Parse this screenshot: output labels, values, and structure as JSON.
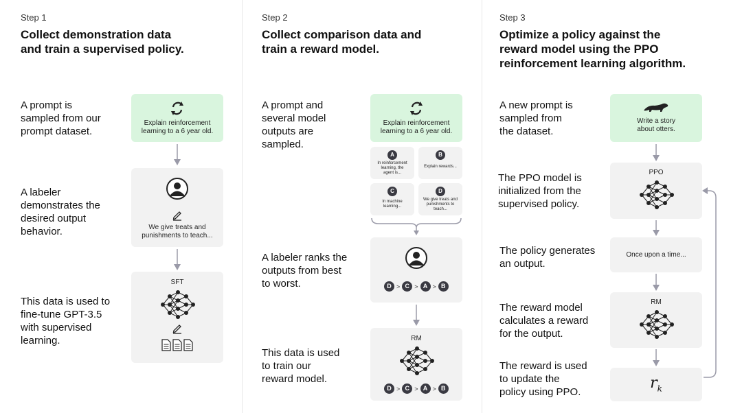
{
  "step1": {
    "num": "Step 1",
    "title_line1": "Collect demonstration data",
    "title_line2": "and train a supervised policy.",
    "desc1": [
      "A prompt is",
      "sampled from our",
      "prompt dataset."
    ],
    "desc2": [
      "A labeler",
      "demonstrates the",
      "desired output",
      "behavior."
    ],
    "desc3": [
      "This data is used to",
      "fine-tune GPT-3.5",
      "with supervised",
      "learning."
    ],
    "prompt_box": [
      "Explain reinforcement",
      "learning to a 6 year old."
    ],
    "demo_box": [
      "We give treats and",
      "punishments to teach..."
    ],
    "model_label": "SFT"
  },
  "step2": {
    "num": "Step 2",
    "title_line1": "Collect comparison data and",
    "title_line2": "train a reward model.",
    "desc1": [
      "A prompt and",
      "several model",
      "outputs are",
      "sampled."
    ],
    "desc2": [
      "A labeler ranks the",
      "outputs from best",
      "to worst."
    ],
    "desc3": [
      "This data is used",
      "to train our",
      "reward model."
    ],
    "prompt_box": [
      "Explain reinforcement",
      "learning to a 6 year old."
    ],
    "outputs": [
      {
        "letter": "A",
        "text": [
          "In reinforcement",
          "learning, the",
          "agent is..."
        ]
      },
      {
        "letter": "B",
        "text": [
          "Explain rewards..."
        ]
      },
      {
        "letter": "C",
        "text": [
          "In machine",
          "learning..."
        ]
      },
      {
        "letter": "D",
        "text": [
          "We give treats and",
          "punishments to",
          "teach..."
        ]
      }
    ],
    "ranking": [
      "D",
      "C",
      "A",
      "B"
    ],
    "gt": ">",
    "model_label": "RM"
  },
  "step3": {
    "num": "Step 3",
    "title_line1": "Optimize a policy against the",
    "title_line2": "reward model using the PPO",
    "title_line3": "reinforcement learning algorithm.",
    "desc1": [
      "A new prompt is",
      "sampled from",
      "the dataset."
    ],
    "desc2": [
      "The PPO model is",
      "initialized from the",
      "supervised policy."
    ],
    "desc3": [
      "The policy generates",
      "an output."
    ],
    "desc4": [
      "The reward model",
      "calculates a reward",
      "for the output."
    ],
    "desc5": [
      "The reward is used",
      "to update the",
      "policy using PPO."
    ],
    "prompt_box": [
      "Write a story",
      "about otters."
    ],
    "ppo_label": "PPO",
    "output_text": "Once upon a time...",
    "rm_label": "RM",
    "reward_symbol": "r",
    "reward_subscript": "k"
  },
  "colors": {
    "prompt_bg": "#d9f5de",
    "box_bg": "#f2f2f2",
    "badge": "#3a3a42",
    "arrow": "#9a9aa8"
  },
  "icons": [
    "recycle-arrows-icon",
    "user-avatar-icon",
    "pencil-icon",
    "neural-net-icon",
    "documents-icon",
    "otter-icon"
  ]
}
